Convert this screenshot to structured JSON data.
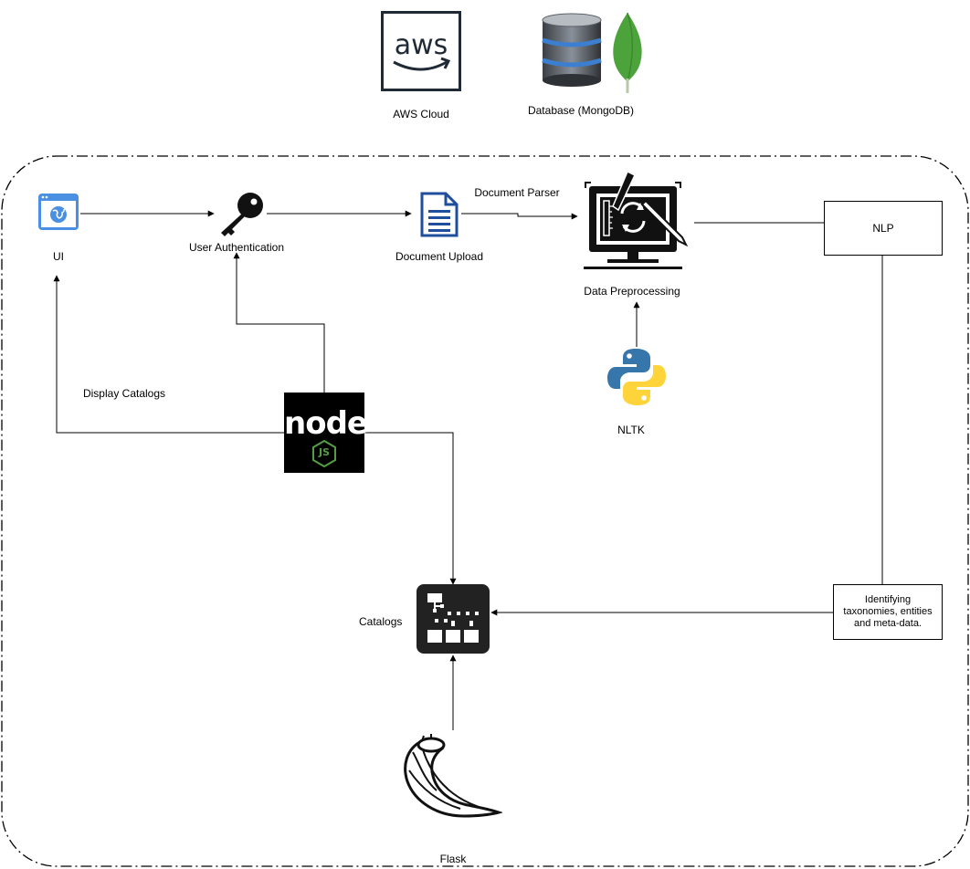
{
  "top": {
    "aws": {
      "label": "AWS Cloud",
      "logo_text": "aws",
      "icon": "aws-logo-icon"
    },
    "database": {
      "label": "Database (MongoDB)",
      "icons": [
        "database-cylinder-icon",
        "mongodb-leaf-icon"
      ]
    }
  },
  "nodes": {
    "ui": {
      "label": "UI",
      "icon": "browser-window-icon"
    },
    "auth": {
      "label": "User Authentication",
      "icon": "key-icon"
    },
    "upload": {
      "label": "Document Upload",
      "icon": "document-icon"
    },
    "parser": {
      "label": "Document Parser"
    },
    "preprocessing": {
      "label": "Data Preprocessing",
      "icon": "monitor-tools-icon"
    },
    "nlp": {
      "label": "NLP"
    },
    "nltk": {
      "label": "NLTK",
      "icon": "python-logo-icon"
    },
    "nodejs": {
      "logo_text": "node",
      "badge_text": "JS",
      "icon": "nodejs-logo-icon"
    },
    "display": {
      "label": "Display Catalogs"
    },
    "catalogs": {
      "label": "Catalogs",
      "icon": "hierarchy-icon"
    },
    "identify": {
      "label_lines": [
        "Identifying",
        "taxonomies, entities",
        "and meta-data."
      ]
    },
    "flask": {
      "label": "Flask",
      "icon": "flask-horn-icon"
    }
  },
  "colors": {
    "aws_border": "#1f2a36",
    "browser_blue": "#4a90e2",
    "doc_blue": "#1f4e9c",
    "python_blue": "#3776ab",
    "python_yellow": "#ffd43b",
    "mongo_green": "#4da33b",
    "node_green": "#539e43",
    "catalog_dark": "#222222"
  }
}
